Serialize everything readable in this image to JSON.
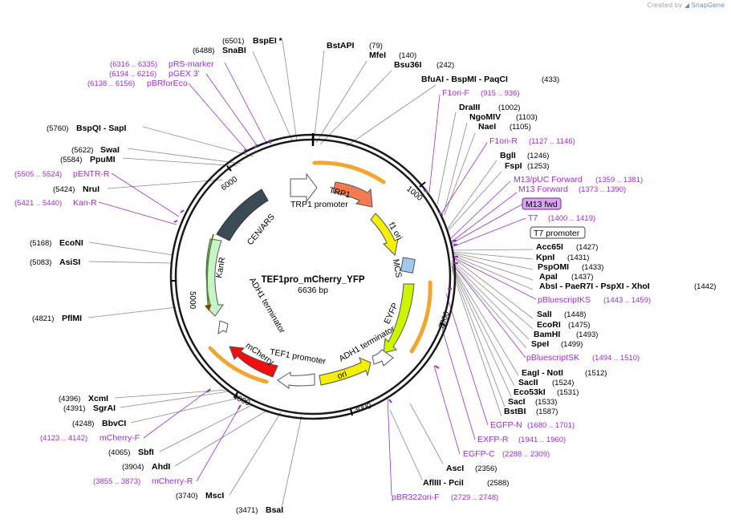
{
  "credit": {
    "prefix": "Created by",
    "brand": "SnapGene"
  },
  "map": {
    "name": "TEF1pro_mCherry_YFP",
    "length_label": "6636 bp",
    "ticks": [
      "1000",
      "2000",
      "3000",
      "4000",
      "5000",
      "6000"
    ]
  },
  "features": {
    "trp1": "TRP1",
    "trp1_promoter": "TRP1 promoter",
    "f1_ori": "f1 ori",
    "mcs": "MCS",
    "eyfp": "EYFP",
    "adh1_terminator_right": "ADH1 terminator",
    "ori": "ori",
    "tef1_promoter": "TEF1 promoter",
    "mcherry": "mCherry",
    "adh1_terminator_left": "ADH1 terminator",
    "kanr": "KanR",
    "cen_ars": "CEN/ARS"
  },
  "enzymes_right": [
    {
      "name": "BstAPI",
      "pos": "(79)"
    },
    {
      "name": "MfeI",
      "pos": "(140)"
    },
    {
      "name": "Bsu36I",
      "pos": "(242)"
    },
    {
      "name": "BfuAI  -  BspMI  -  PaqCI",
      "pos": "(433)"
    },
    {
      "name": "DraIII",
      "pos": "(1002)"
    },
    {
      "name": "NgoMIV",
      "pos": "(1103)"
    },
    {
      "name": "NaeI",
      "pos": "(1105)"
    },
    {
      "name": "BglI",
      "pos": "(1246)"
    },
    {
      "name": "FspI",
      "pos": "(1253)"
    },
    {
      "name": "Acc65I",
      "pos": "(1427)"
    },
    {
      "name": "KpnI",
      "pos": "(1431)"
    },
    {
      "name": "PspOMI",
      "pos": "(1433)"
    },
    {
      "name": "ApaI",
      "pos": "(1437)"
    },
    {
      "name": "AbsI  -  PaeR7I  -  PspXI  -  XhoI",
      "pos": "(1442)"
    },
    {
      "name": "SalI",
      "pos": "(1448)"
    },
    {
      "name": "EcoRI",
      "pos": "(1475)"
    },
    {
      "name": "BamHI",
      "pos": "(1493)"
    },
    {
      "name": "SpeI",
      "pos": "(1499)"
    },
    {
      "name": "EagI  -  NotI",
      "pos": "(1512)"
    },
    {
      "name": "SacII",
      "pos": "(1524)"
    },
    {
      "name": "Eco53kI",
      "pos": "(1531)"
    },
    {
      "name": "SacI",
      "pos": "(1533)"
    },
    {
      "name": "BstBI",
      "pos": "(1587)"
    },
    {
      "name": "AscI",
      "pos": "(2356)"
    },
    {
      "name": "AflIII  -  PciI",
      "pos": "(2588)"
    }
  ],
  "enzymes_left": [
    {
      "name": "BspEI  *",
      "pos": "(6501)"
    },
    {
      "name": "SnaBI",
      "pos": "(6488)"
    },
    {
      "name": "BspQI   -  SapI",
      "pos": "(5760)"
    },
    {
      "name": "SwaI",
      "pos": "(5622)"
    },
    {
      "name": "PpuMI",
      "pos": "(5584)"
    },
    {
      "name": "NruI",
      "pos": "(5424)"
    },
    {
      "name": "EcoNI",
      "pos": "(5168)"
    },
    {
      "name": "AsiSI",
      "pos": "(5083)"
    },
    {
      "name": "PflMI",
      "pos": "(4821)"
    },
    {
      "name": "XcmI",
      "pos": "(4396)"
    },
    {
      "name": "SgrAI",
      "pos": "(4391)"
    },
    {
      "name": "BbvCI",
      "pos": "(4248)"
    },
    {
      "name": "SbfI",
      "pos": "(4065)"
    },
    {
      "name": "AhdI",
      "pos": "(3904)"
    },
    {
      "name": "MscI",
      "pos": "(3740)"
    },
    {
      "name": "BsaI",
      "pos": "(3471)"
    }
  ],
  "primers": [
    {
      "name": "F1ori-F",
      "range": "(915 .. 936)"
    },
    {
      "name": "F1ori-R",
      "range": "(1127 .. 1146)"
    },
    {
      "name": "M13/pUC Forward",
      "range": "(1359 .. 1381)"
    },
    {
      "name": "M13 Forward",
      "range": "(1373 .. 1390)"
    },
    {
      "name": "T7",
      "range": "(1400 .. 1419)"
    },
    {
      "name": "pBluescriptKS",
      "range": "(1443 .. 1459)"
    },
    {
      "name": "pBluescriptSK",
      "range": "(1494 .. 1510)"
    },
    {
      "name": "EGFP-N",
      "range": "(1680 .. 1701)"
    },
    {
      "name": "EXFP-R",
      "range": "(1941 .. 1960)"
    },
    {
      "name": "EGFP-C",
      "range": "(2288 .. 2309)"
    },
    {
      "name": "pBR322ori-F",
      "range": "(2729 .. 2748)"
    },
    {
      "name": "pRS-marker",
      "range": "(6316 .. 6335)"
    },
    {
      "name": "pGEX 3'",
      "range": "(6194 .. 6216)"
    },
    {
      "name": "pBRforEco",
      "range": "(6138 .. 6156)"
    },
    {
      "name": "pENTR-R",
      "range": "(5505 .. 5524)"
    },
    {
      "name": "Kan-R",
      "range": "(5421 .. 5440)"
    },
    {
      "name": "mCherry-F",
      "range": "(4123 .. 4142)"
    },
    {
      "name": "mCherry-R",
      "range": "(3855 .. 3873)"
    }
  ],
  "boxed": {
    "m13_fwd": "M13 fwd",
    "t7_promoter": "T7 promoter"
  }
}
